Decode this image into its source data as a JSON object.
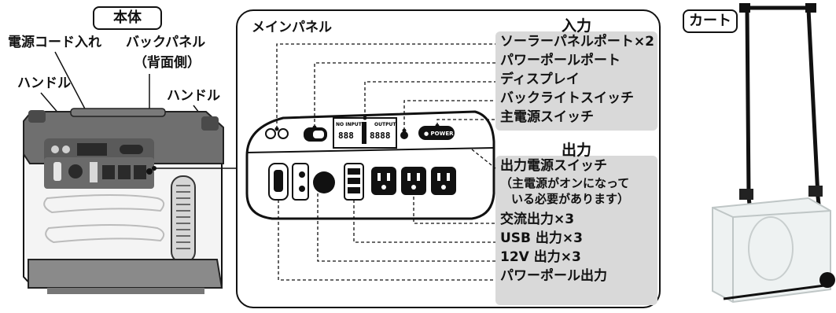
{
  "main_unit": {
    "tag": "本体",
    "labels": {
      "power_cord": "電源コード入れ",
      "back_panel": "バックパネル",
      "back_side": "（背面側）",
      "handle_left": "ハンドル",
      "handle_right": "ハンドル"
    }
  },
  "main_panel": {
    "title": "メインパネル",
    "input_heading": "入力",
    "output_heading": "出力",
    "inputs": [
      "ソーラーパネルポート×2",
      "パワーポールポート",
      "ディスプレイ",
      "バックライトスイッチ",
      "主電源スイッチ"
    ],
    "outputs": {
      "switch": "出力電源スイッチ",
      "switch_note_1": "（主電源がオンになって",
      "switch_note_2": "いる必要があります）",
      "ac": "交流出力×3",
      "usb": "USB 出力×3",
      "dc12": "12V 出力×3",
      "powerpole": "パワーポール出力"
    },
    "device": {
      "no_input": "NO INPUT",
      "output": "OUTPUT",
      "digits_left": "888",
      "digits_right": "8888",
      "power_button": "● POWER"
    }
  },
  "cart": {
    "tag": "カート"
  }
}
